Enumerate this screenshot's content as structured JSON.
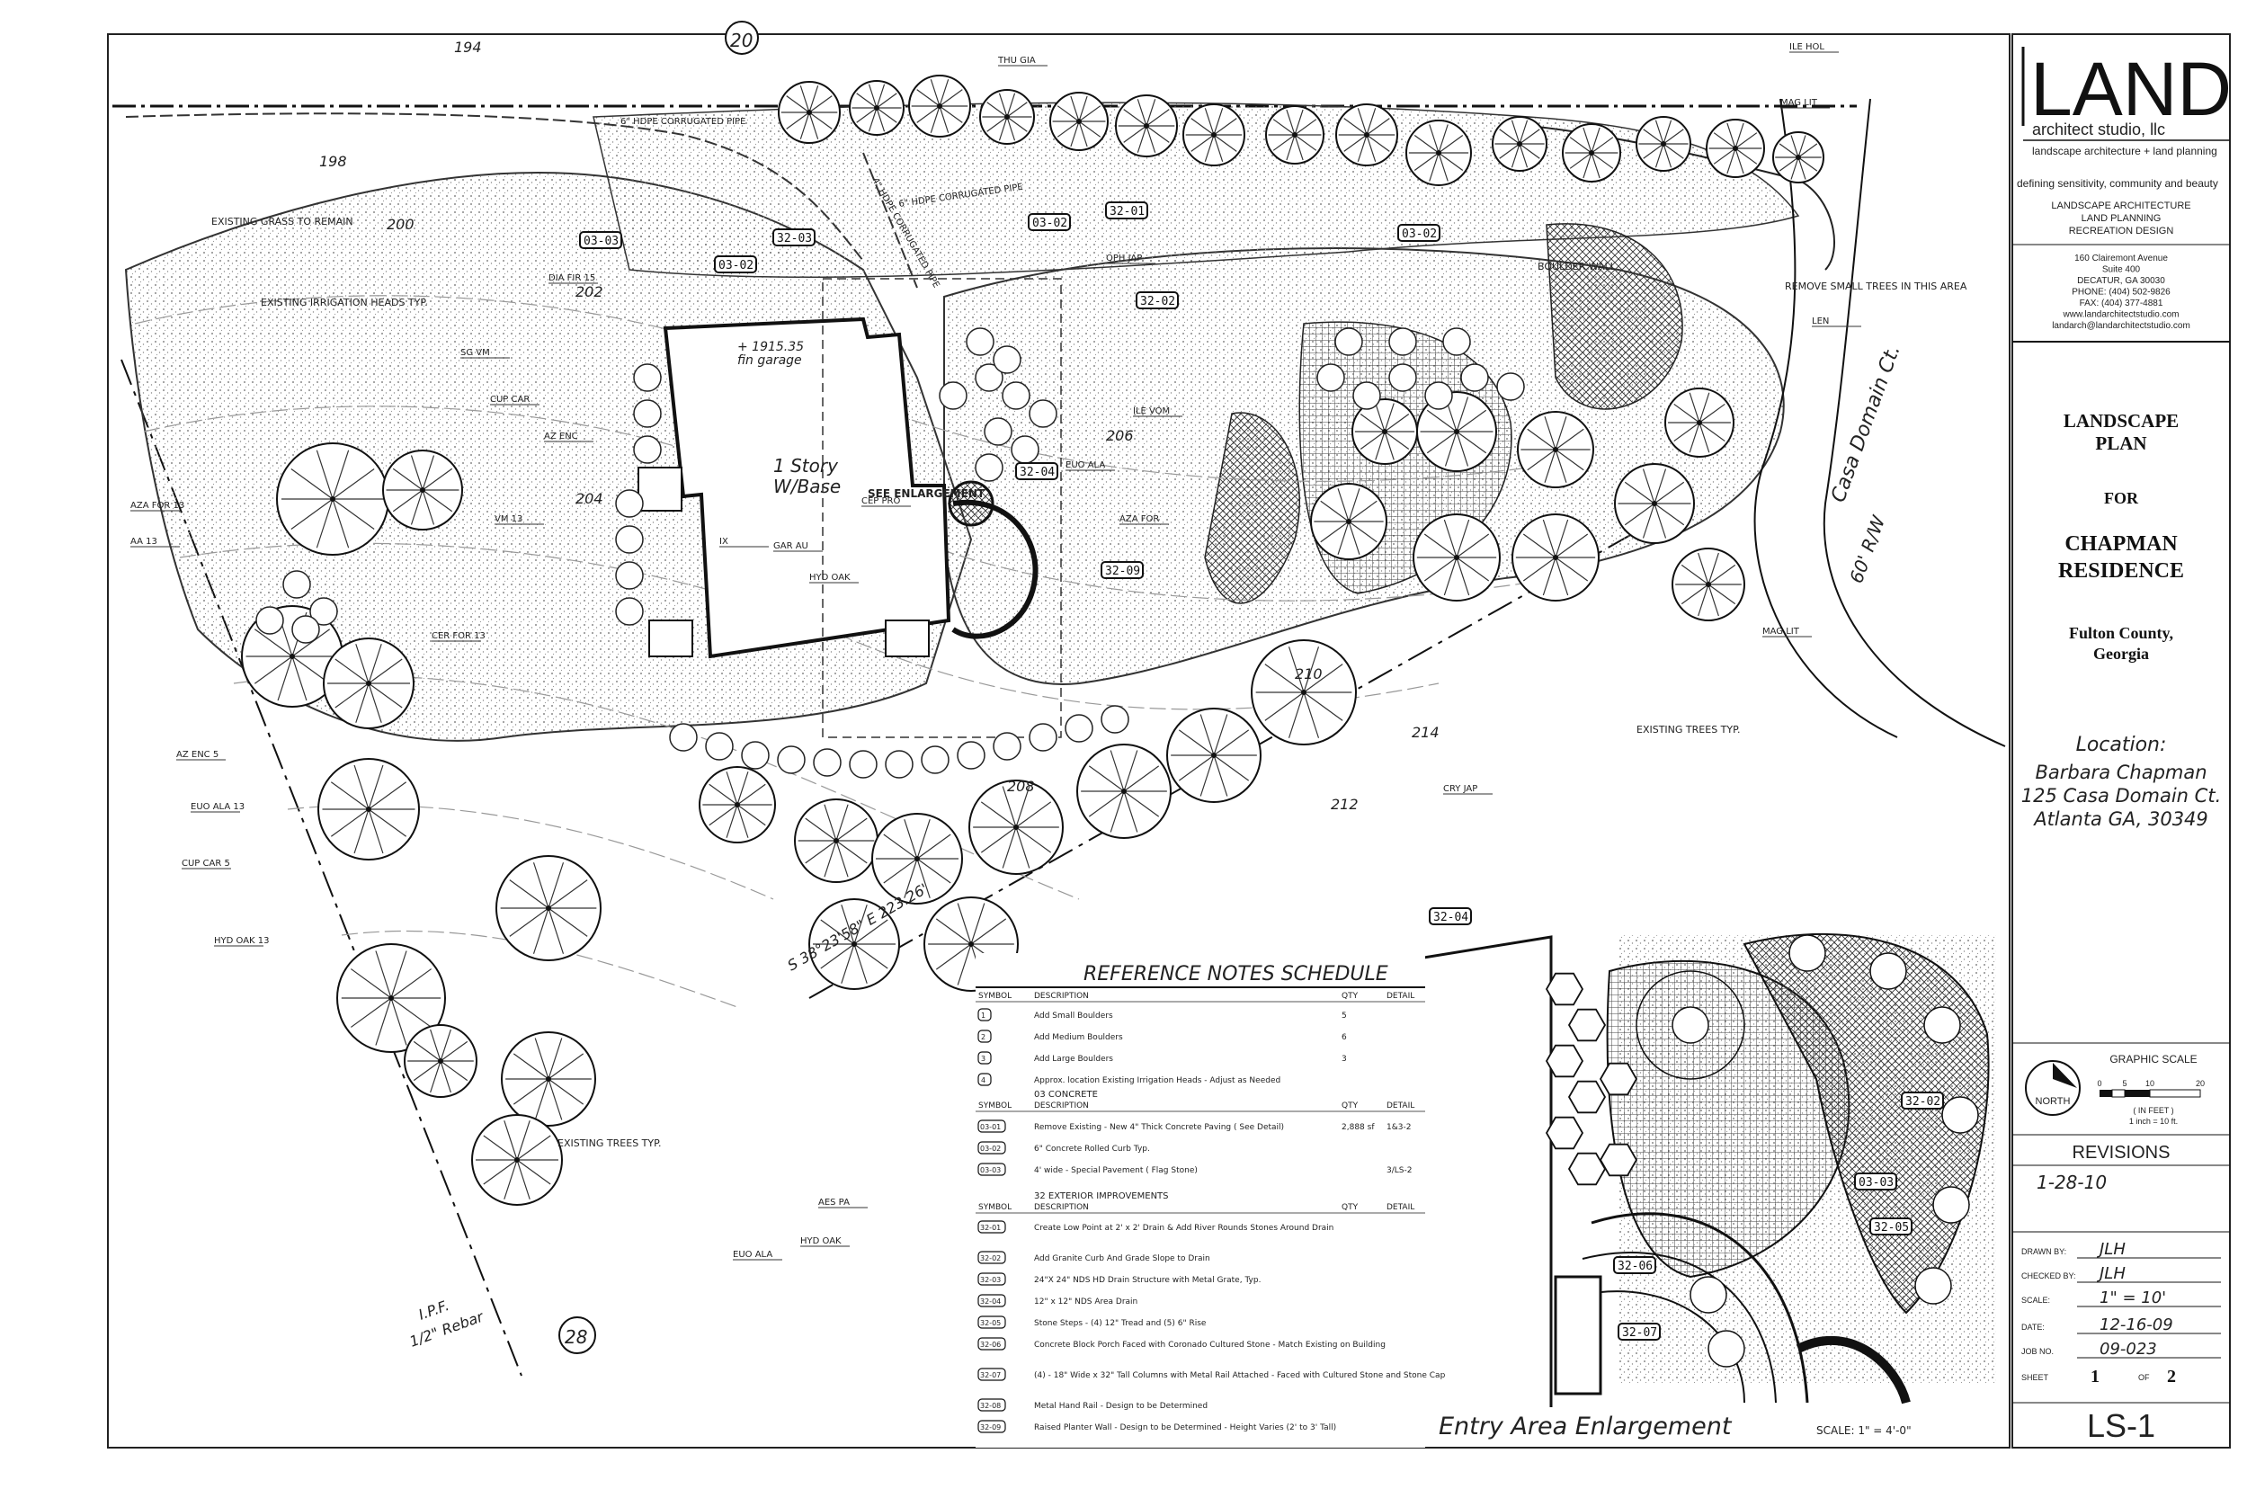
{
  "title_block": {
    "firm_name": "LAND",
    "firm_sub": "architect studio, llc",
    "firm_tag": "landscape architecture + land planning",
    "motto": "defining sensitivity, community and beauty",
    "services": [
      "LANDSCAPE ARCHITECTURE",
      "LAND PLANNING",
      "RECREATION DESIGN"
    ],
    "address": [
      "160 Clairemont Avenue",
      "Suite 400",
      "DECATUR, GA 30030",
      "PHONE: (404) 502-9826",
      "FAX: (404) 377-4881",
      "www.landarchitectstudio.com",
      "landarch@landarchitectstudio.com"
    ],
    "plan_title": [
      "LANDSCAPE",
      "PLAN"
    ],
    "for": "FOR",
    "client_title": [
      "CHAPMAN",
      "RESIDENCE"
    ],
    "county": [
      "Fulton County,",
      "Georgia"
    ],
    "location_label": "Location:",
    "location_lines": [
      "Barbara Chapman",
      "125 Casa Domain Ct.",
      "Atlanta GA, 30349"
    ],
    "graphic_scale": "GRAPHIC SCALE",
    "scale_ticks": [
      "0",
      "5",
      "10",
      "20"
    ],
    "scale_note": [
      "( IN FEET )",
      "1 inch = 10 ft."
    ],
    "north": "NORTH",
    "revisions_label": "REVISIONS",
    "revision_date": "1-28-10",
    "drawn_by_label": "DRAWN BY:",
    "drawn_by": "JLH",
    "checked_by_label": "CHECKED BY:",
    "checked_by": "JLH",
    "scale_label": "SCALE:",
    "scale": "1\" = 10'",
    "date_label": "DATE:",
    "date": "12-16-09",
    "job_label": "JOB NO.",
    "job": "09-023",
    "sheet_label": "SHEET",
    "sheet_num": "1",
    "of_label": "OF",
    "sheet_total": "2",
    "sheet_id": "LS-1"
  },
  "schedule": {
    "title": "REFERENCE NOTES SCHEDULE",
    "head": {
      "symbol": "SYMBOL",
      "description": "DESCRIPTION",
      "qty": "QTY",
      "detail": "DETAIL"
    },
    "rows1": [
      {
        "sym": "1",
        "desc": "Add Small Boulders",
        "qty": "5",
        "detail": ""
      },
      {
        "sym": "2",
        "desc": "Add Medium Boulders",
        "qty": "6",
        "detail": ""
      },
      {
        "sym": "3",
        "desc": "Add Large Boulders",
        "qty": "3",
        "detail": ""
      },
      {
        "sym": "4",
        "desc": "Approx. location Existing Irrigation Heads - Adjust as Needed",
        "qty": "",
        "detail": ""
      }
    ],
    "section2": "03 CONCRETE",
    "rows2": [
      {
        "sym": "03-01",
        "desc": "Remove Existing - New 4\" Thick Concrete Paving ( See Detail)",
        "qty": "2,888 sf",
        "detail": "1&3-2"
      },
      {
        "sym": "03-02",
        "desc": "6\" Concrete Rolled Curb Typ.",
        "qty": "",
        "detail": ""
      },
      {
        "sym": "03-03",
        "desc": "4' wide - Special Pavement ( Flag Stone)",
        "qty": "",
        "detail": "3/LS-2"
      }
    ],
    "section3": "32 EXTERIOR IMPROVEMENTS",
    "rows3": [
      {
        "sym": "32-01",
        "desc": "Create Low Point at 2' x 2' Drain & Add River Rounds Stones Around Drain"
      },
      {
        "sym": "32-02",
        "desc": "Add Granite Curb And Grade Slope to Drain"
      },
      {
        "sym": "32-03",
        "desc": "24\"X 24\" NDS HD Drain Structure with Metal Grate, Typ."
      },
      {
        "sym": "32-04",
        "desc": "12\" x 12\" NDS Area Drain"
      },
      {
        "sym": "32-05",
        "desc": "Stone Steps - (4) 12\" Tread and (5) 6\" Rise"
      },
      {
        "sym": "32-06",
        "desc": "Concrete Block Porch Faced with Coronado Cultured Stone - Match Existing on Building"
      },
      {
        "sym": "32-07",
        "desc": "(4) - 18\" Wide x 32\" Tall Columns with Metal Rail Attached - Faced with Cultured Stone and Stone Cap"
      },
      {
        "sym": "32-08",
        "desc": "Metal Hand Rail - Design to be Determined"
      },
      {
        "sym": "32-09",
        "desc": "Raised Planter Wall - Design to be Determined - Height Varies (2' to 3' Tall)"
      }
    ]
  },
  "plan": {
    "house_label": [
      "1 Story",
      "W/Base"
    ],
    "garage_label": [
      "+ 1915.35",
      "fin garage"
    ],
    "see_enlargement": "SEE ENLARGEMENT",
    "entry_title": "Entry Area Enlargement",
    "entry_scale": "SCALE: 1\" = 4'-0\"",
    "street": [
      "Casa Domain Ct.",
      "60' R/W"
    ],
    "bearing": "S 38°23'58\" E 223.26'",
    "pins": [
      "I.P.F.",
      "1/2\" Rebar"
    ],
    "lot_numbers": [
      "20",
      "28"
    ],
    "notes": [
      "EXISTING GRASS TO REMAIN",
      "EXISTING IRRIGATION HEADS TYP.",
      "EXISTING TREES TYP.",
      "EXISTING TREES TYP.",
      "REMOVE SMALL TREES IN THIS AREA",
      "BOULDER WALL",
      "6\" HDPE CORRUGATED PIPE",
      "4\" HDPE CORRUGATED PIPE",
      "6\" HDPE CORRUGATED PIPE"
    ],
    "tags": [
      "03-02",
      "32-03",
      "03-03",
      "03-02",
      "32-01",
      "03-02",
      "32-02",
      "32-04",
      "32-09",
      "32-04",
      "32-02",
      "32-05",
      "32-06",
      "32-07",
      "03-03"
    ],
    "plant_labels": [
      "DIA FIR 15",
      "SG VM",
      "CUP CAR",
      "AZ ENC",
      "VM 13",
      "AZA FOR 13",
      "AA 13",
      "CER FOR 13",
      "AZ ENC 5",
      "EUO ALA 13",
      "CUP CAR 5",
      "HYD OAK 13",
      "HYD OAK",
      "EUO ALA",
      "AES PA",
      "MAG LIT",
      "THU GIA",
      "ILE HOL",
      "OPH JAP",
      "EUO ALA",
      "AZA FOR",
      "CRY JAP",
      "LEN",
      "MAG LIT",
      "IX",
      "GAR AU",
      "CEP PRO",
      "HYD OAK",
      "ILE VOM"
    ],
    "contours": [
      "194",
      "198",
      "200",
      "202",
      "204",
      "206",
      "208",
      "210",
      "212",
      "214"
    ]
  }
}
